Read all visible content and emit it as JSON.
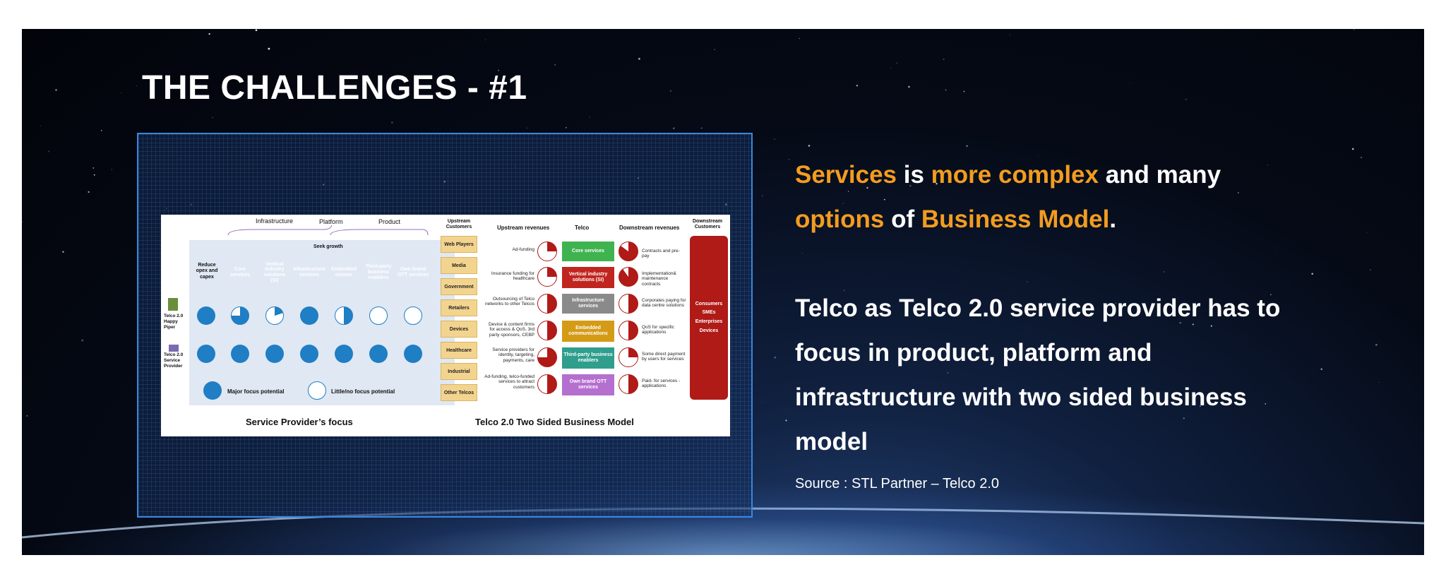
{
  "slide": {
    "title": "THE CHALLENGES - #1",
    "headline": {
      "w1": "Services",
      "w2": " is ",
      "w3": "more complex",
      "w4": " and many",
      "w5": "options",
      "w6": " of ",
      "w7": "Business Model",
      "w8": "."
    },
    "body_lines": [
      "Telco as Telco 2.0 service provider has to",
      "focus in product, platform and",
      "infrastructure with two sided business",
      "model"
    ],
    "source": "Source : STL Partner – Telco 2.0",
    "colors": {
      "highlight": "#f39c1f",
      "frame": "#3a86e0",
      "telco_red": "#b01a17"
    }
  },
  "figure": {
    "left_caption": "Service Provider’s focus",
    "right_caption": "Telco 2.0 Two Sided Business Model",
    "layers": [
      "Infrastructure",
      "Platform",
      "Product"
    ],
    "seek_growth": "Seek growth",
    "reduce_opex": "Reduce opex and capex",
    "columns": [
      {
        "label": "Core services",
        "color": "#3fb34f"
      },
      {
        "label": "Vertical industry solutions (SI)",
        "color": "#c0261f"
      },
      {
        "label": "Infrastructure services",
        "color": "#8a8a8a"
      },
      {
        "label": "Embedded comms",
        "color": "#d49b17"
      },
      {
        "label": "Third-party business enablers",
        "color": "#2f9e8c"
      },
      {
        "label": "Own brand OTT services",
        "color": "#b56fcf"
      }
    ],
    "rows": [
      "Telco 2.0 Happy Piper",
      "Telco 2.0 Service Provider"
    ],
    "legend_major": "Major focus potential",
    "legend_little": "Little/no focus potential",
    "upstream_header": "Upstream Customers",
    "upstream_revenues_header": "Upstream revenues",
    "telco_header": "Telco",
    "downstream_revenues_header": "Downstream revenues",
    "downstream_header": "Downstream Customers",
    "upstream_customers": [
      "Web Players",
      "Media",
      "Government",
      "Retailers",
      "Devices",
      "Healthcare",
      "Industrial",
      "Other Telcos"
    ],
    "upstream_revenues": [
      "Ad-funding",
      "Insurance funding for healthcare",
      "Outsourcing of Telco networks to other Telcos",
      "Device & content firms for access & QoS, 3rd party sponsors, CEBP",
      "Service providers for identity, targeting, payments, care",
      "Ad-funding, telco-funded services to attract customers"
    ],
    "telco_services": [
      {
        "label": "Core services",
        "color": "#3fb34f"
      },
      {
        "label": "Vertical industry solutions (SI)",
        "color": "#c0261f"
      },
      {
        "label": "Infrastructure services",
        "color": "#8a8a8a"
      },
      {
        "label": "Embedded communications",
        "color": "#d49b17"
      },
      {
        "label": "Third-party business enablers",
        "color": "#2f9e8c"
      },
      {
        "label": "Own brand OTT services",
        "color": "#b56fcf"
      }
    ],
    "downstream_revenues": [
      "Contracts and pre-pay",
      "Implementation& maintenance contracts",
      "Corporates paying for data centre solutions",
      "QoS for specific applications",
      "Some direct payment by users for services",
      "Paid- for services - applications"
    ],
    "downstream_customers": [
      "Consumers",
      "SMEs",
      "Enterprises",
      "Devices"
    ]
  }
}
